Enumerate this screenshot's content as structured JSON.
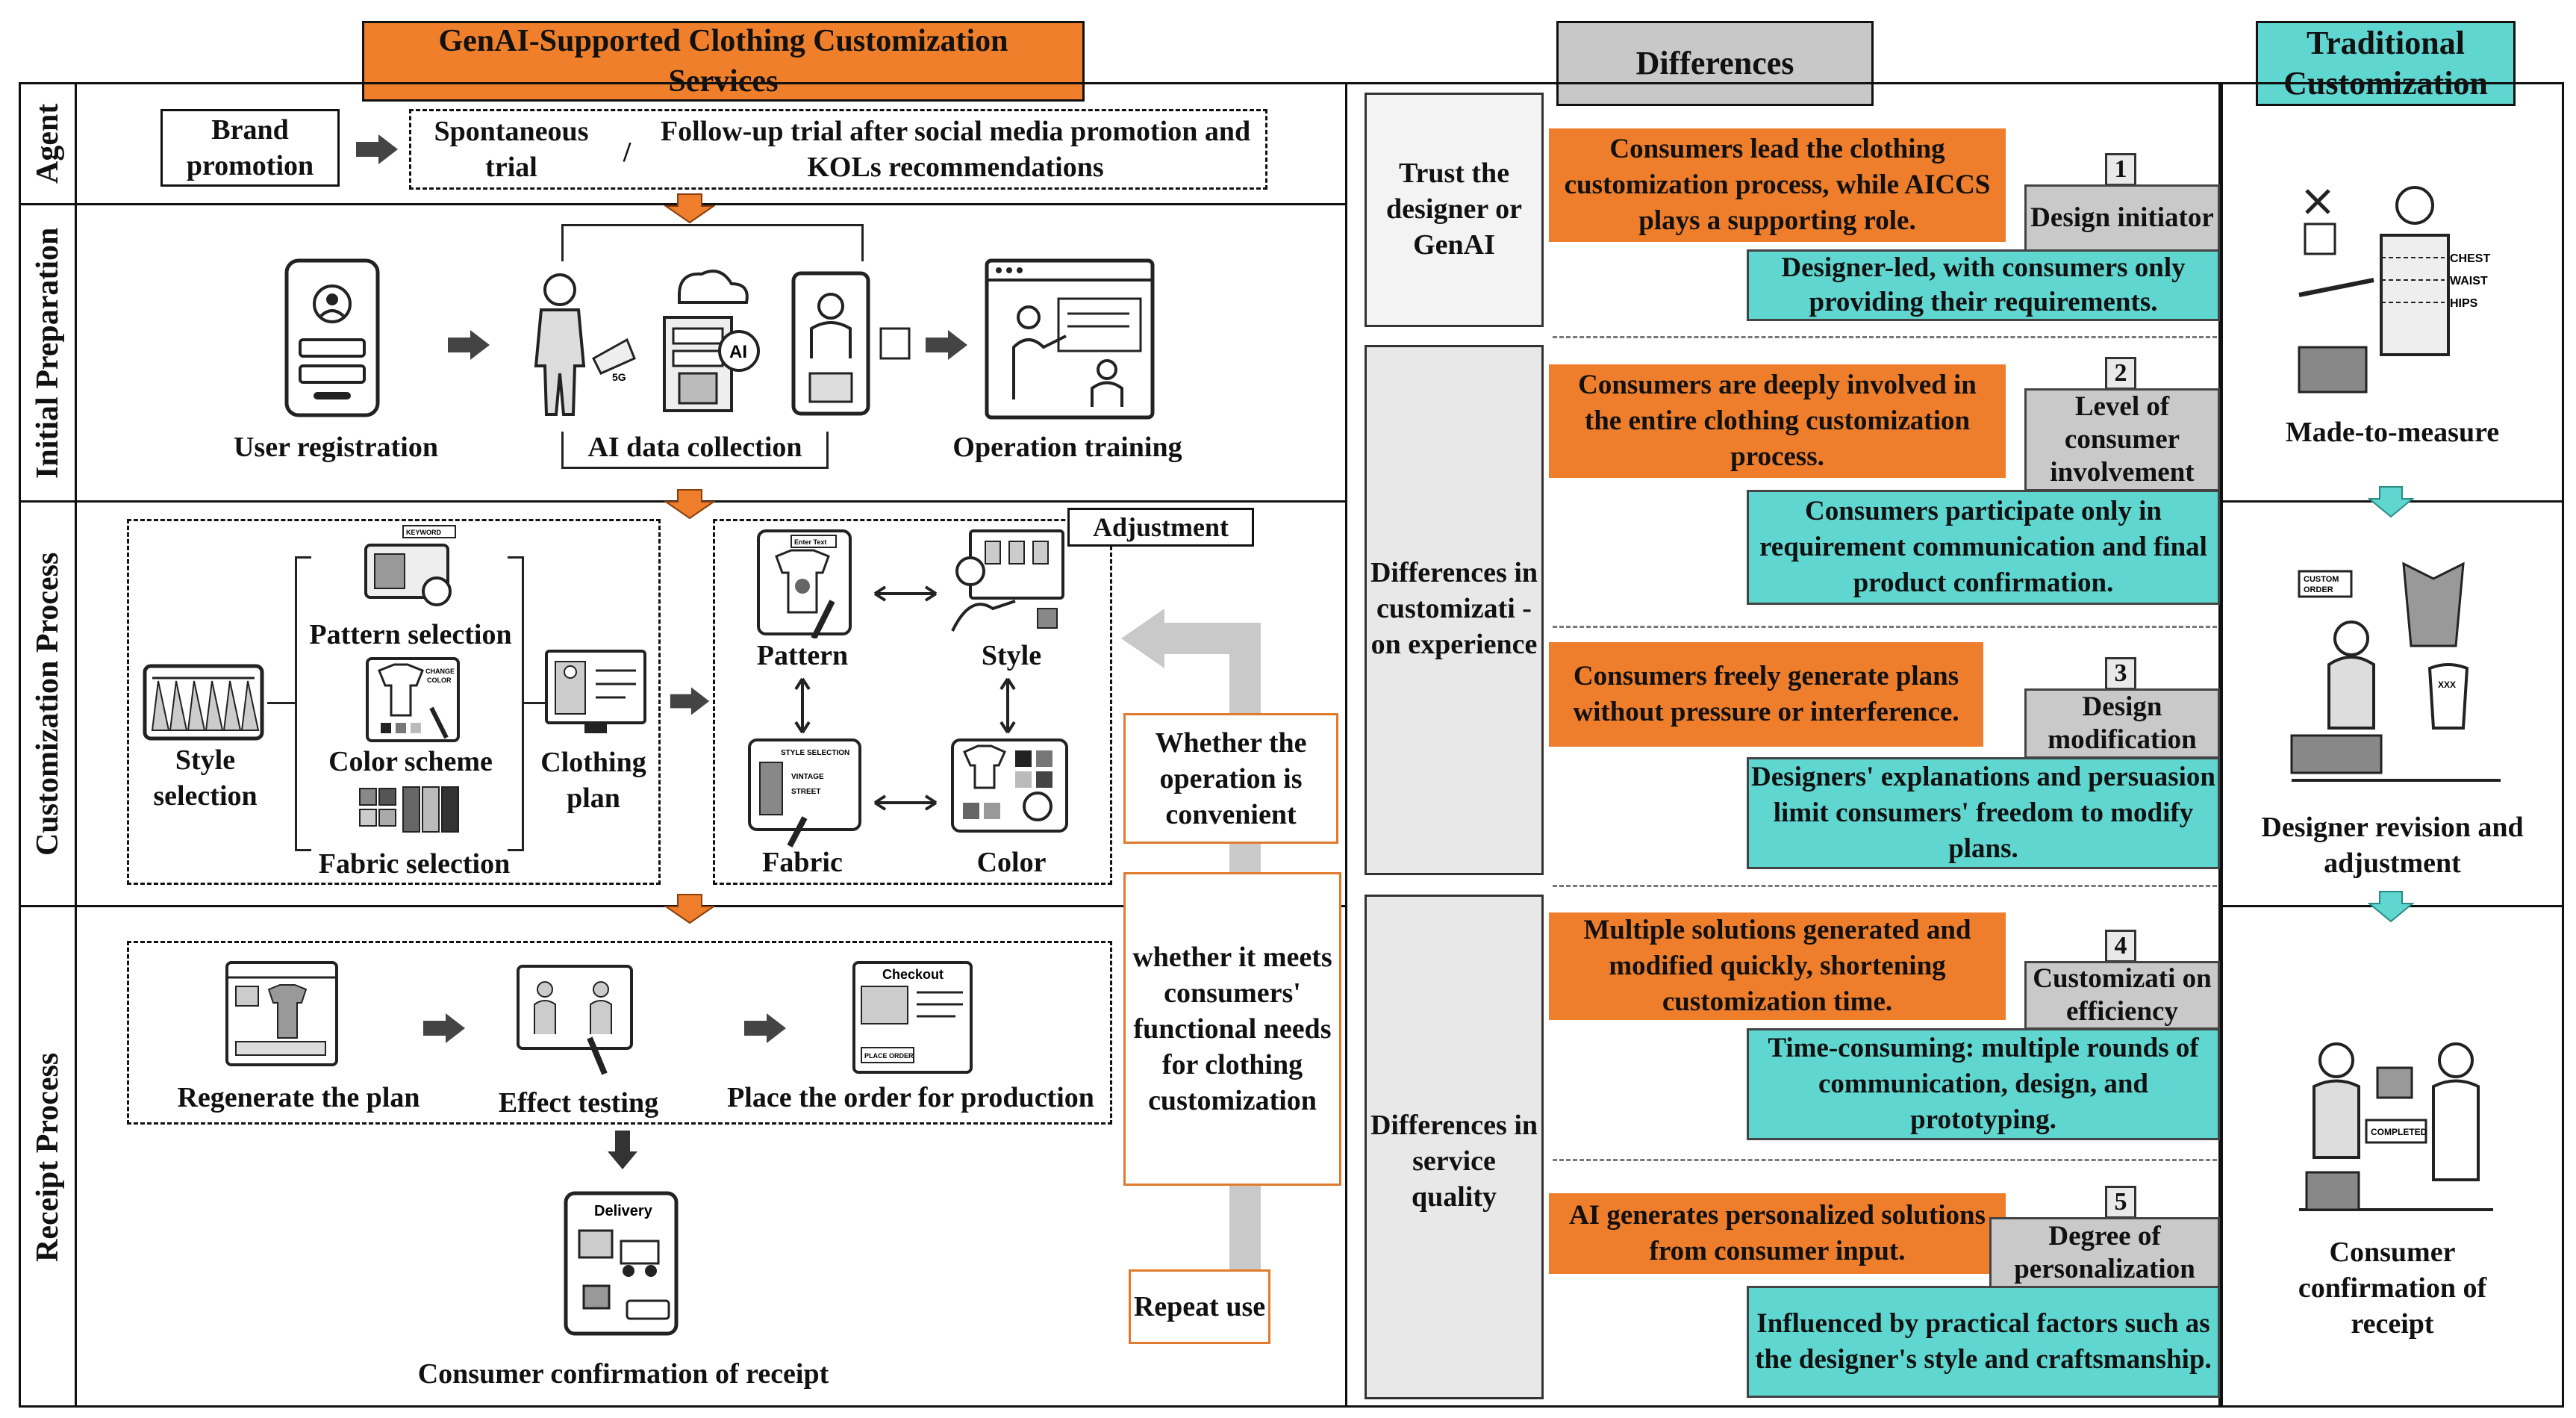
{
  "left_title": "GenAI-Supported Clothing Customization Services",
  "middle_title": "Differences",
  "right_title": "Traditional Customization",
  "rows": {
    "agent": "Agent",
    "initial": "Initial Preparation",
    "customization": "Customization Process",
    "receipt": "Receipt Process"
  },
  "agent": {
    "brand": "Brand promotion",
    "spontaneous": "Spontaneous trial",
    "slash": "/",
    "followup": "Follow-up trial after social media promotion and KOLs recommendations"
  },
  "initial": {
    "registration": "User registration",
    "collection": "AI data collection",
    "training": "Operation training",
    "icon_5g": "5G",
    "icon_ai": "AI"
  },
  "customization": {
    "style_selection": "Style selection",
    "pattern_selection": "Pattern selection",
    "color_scheme": "Color scheme",
    "fabric_selection": "Fabric selection",
    "clothing_plan": "Clothing plan",
    "adjustment": "Adjustment",
    "pattern": "Pattern",
    "style": "Style",
    "fabric": "Fabric",
    "color": "Color",
    "icon_keyword": "KEYWORD",
    "icon_change_color": "CHANGE COLOR",
    "icon_enter_text": "Enter Text",
    "icon_style_selection": "STYLE SELECTION",
    "icon_styles": [
      "VINTAGE",
      "STREET"
    ]
  },
  "receipt": {
    "regenerate": "Regenerate the plan",
    "effect": "Effect testing",
    "place_order": "Place the order for production",
    "confirmation": "Consumer confirmation of receipt",
    "checkout": "Checkout",
    "delivery": "Delivery",
    "icon_place_order": "PLACE ORDER"
  },
  "feedback": {
    "convenient": "Whether the operation is convenient",
    "needs": "whether it meets consumers' functional needs for clothing customization",
    "repeat": "Repeat use"
  },
  "groups": [
    {
      "label": "Trust the designer or GenAI"
    },
    {
      "label": "Differences in customizati -on experience"
    },
    {
      "label": "Differences in service quality"
    }
  ],
  "differences": [
    {
      "num": "1",
      "tag": "Design initiator",
      "genai": "Consumers lead the clothing customization process, while AICCS plays a supporting role.",
      "traditional": "Designer-led, with consumers only providing their requirements."
    },
    {
      "num": "2",
      "tag": "Level of consumer involvement",
      "genai": "Consumers are deeply involved in the entire clothing customization process.",
      "traditional": "Consumers participate only in requirement communication and final product confirmation."
    },
    {
      "num": "3",
      "tag": "Design modification",
      "genai": "Consumers freely generate plans without pressure or interference.",
      "traditional": "Designers' explanations and persuasion limit consumers' freedom to modify plans."
    },
    {
      "num": "4",
      "tag": "Customizati on efficiency",
      "genai": "Multiple solutions generated and modified quickly, shortening customization time.",
      "traditional": "Time-consuming: multiple rounds of communication, design, and prototyping."
    },
    {
      "num": "5",
      "tag": "Degree of personalization",
      "genai": "AI generates personalized solutions from consumer input.",
      "traditional": "Influenced by practical factors such as the designer's style and craftsmanship."
    }
  ],
  "traditional": {
    "made_to_measure": "Made-to-measure",
    "designer_revision": "Designer revision and adjustment",
    "consumer_confirmation": "Consumer confirmation of receipt",
    "measure_labels": [
      "CHEST",
      "WAIST",
      "HIPS"
    ],
    "icon_custom_order": "CUSTOM ORDER",
    "icon_xxx": "XXX",
    "icon_completed": "COMPLETED"
  },
  "colors": {
    "orange": "#ee7d2c",
    "teal": "#5fd6cf",
    "gray": "#c8c8c8",
    "arrow_teal": "#5fd6cf",
    "arrow_gray": "#c9c9c9"
  },
  "icons": [
    "arrow-right-icon",
    "arrow-down-orange-icon",
    "phone-login-icon",
    "person-scan-icon",
    "server-ai-icon",
    "mirror-screen-icon",
    "training-screen-icon",
    "wardrobe-icon",
    "tablet-pattern-icon",
    "tshirt-color-icon",
    "fabric-swatch-icon",
    "plan-screen-icon",
    "regenerate-screen-icon",
    "effect-test-icon",
    "checkout-icon",
    "delivery-tablet-icon",
    "tailor-measure-icon",
    "designer-sewing-icon",
    "handover-icon"
  ]
}
